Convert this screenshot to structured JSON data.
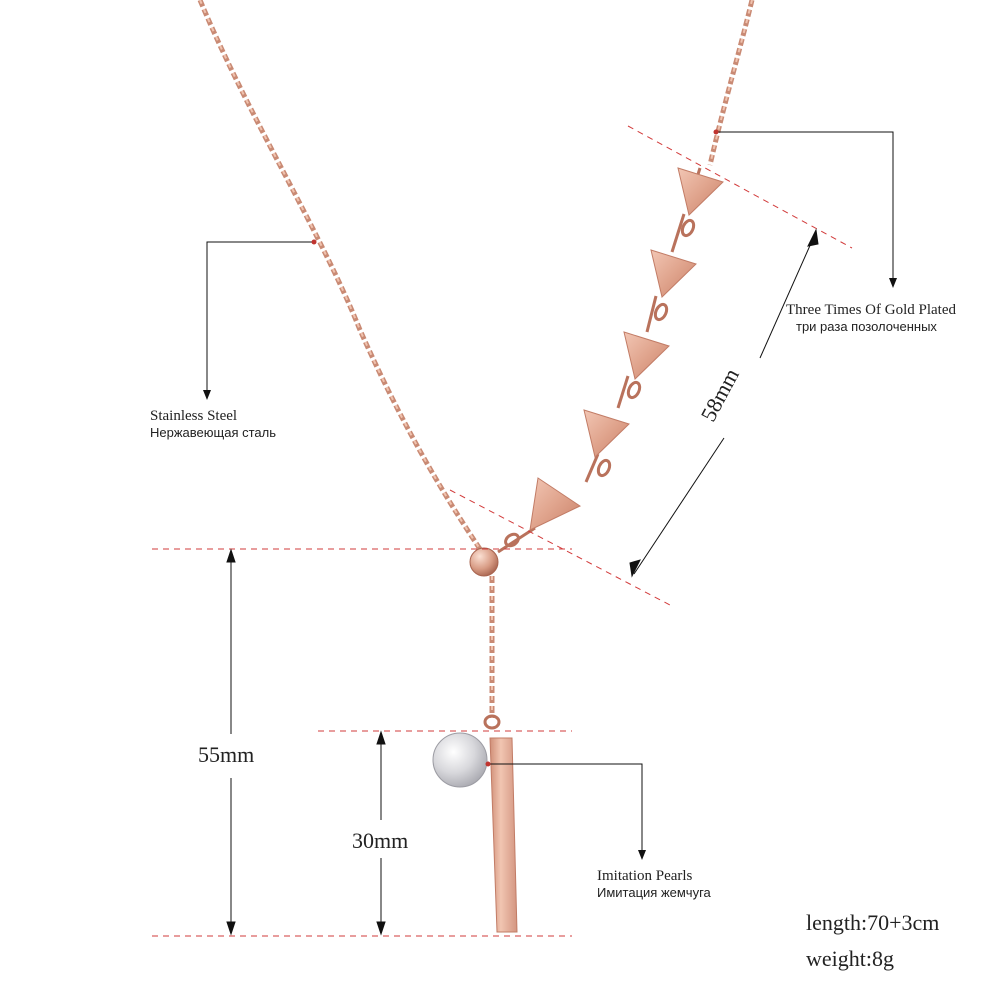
{
  "labels": {
    "stainless_steel": {
      "en": "Stainless Steel",
      "ru": "Нержавеющая сталь"
    },
    "gold_plated": {
      "en": "Three Times Of Gold Plated",
      "ru": "три раза позолоченных"
    },
    "imitation_pearls": {
      "en": "Imitation Pearls",
      "ru": "Имитация жемчуга"
    }
  },
  "dimensions": {
    "triangles": "58mm",
    "drop": "55mm",
    "bar": "30mm"
  },
  "specs": {
    "length": "length:70+3cm",
    "weight": "weight:8g"
  },
  "colors": {
    "rose_gold": "#d99a84",
    "rose_gold_dark": "#b9725c",
    "guide_red": "#d23b3b",
    "pearl": "#dcdcdf"
  }
}
